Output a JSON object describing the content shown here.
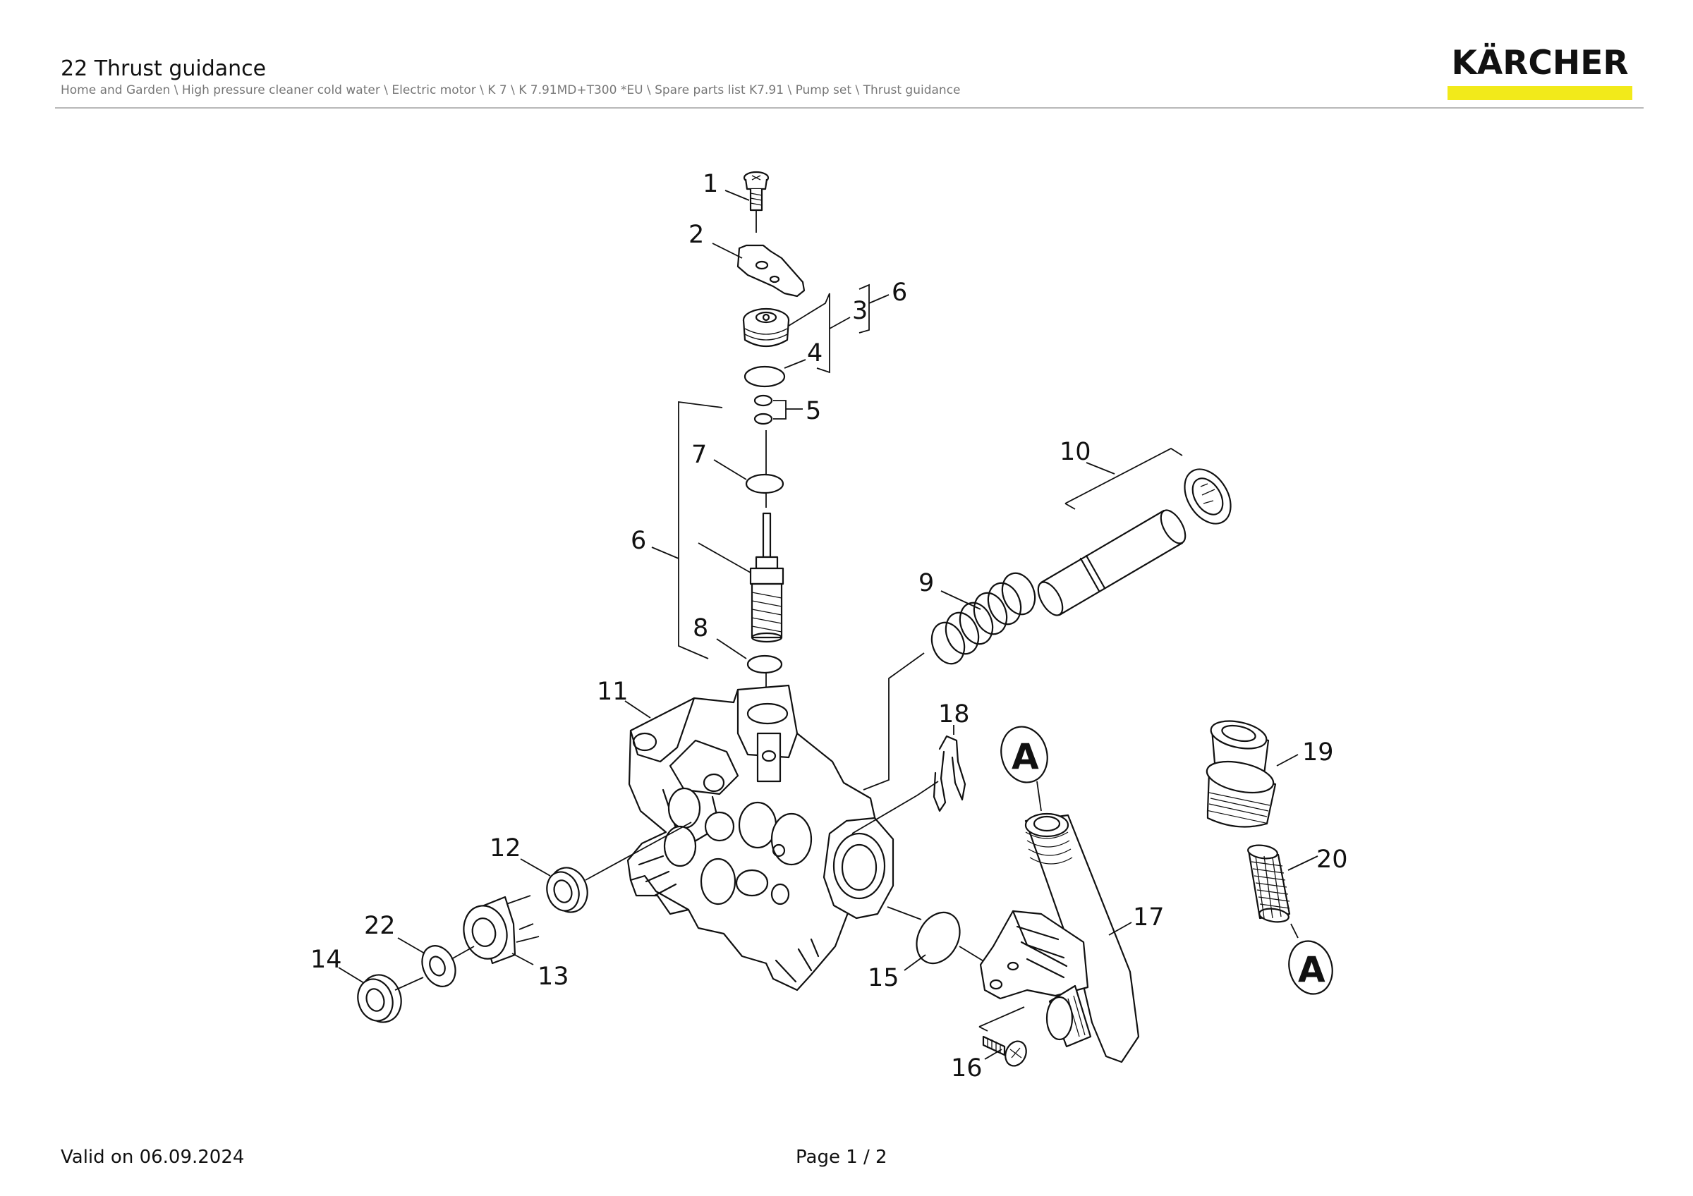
{
  "header": {
    "title": "22 Thrust guidance",
    "breadcrumb": "Home and Garden \\ High pressure cleaner cold water \\ Electric motor \\ K 7 \\ K 7.91MD+T300 *EU \\ Spare parts list K7.91 \\ Pump set \\ Thrust guidance",
    "logo_text": "KÄRCHER",
    "logo_bar_color": "#f2ea1a"
  },
  "drawing": {
    "labels": {
      "l1": "1",
      "l2": "2",
      "l3": "3",
      "l4": "4",
      "l5": "5",
      "l6a": "6",
      "l6b": "6",
      "l7": "7",
      "l8": "8",
      "l9": "9",
      "l10": "10",
      "l11": "11",
      "l12": "12",
      "l13": "13",
      "l14": "14",
      "l15": "15",
      "l16": "16",
      "l17": "17",
      "l18": "18",
      "l19": "19",
      "l20": "20",
      "l22": "22"
    },
    "connector_callouts": {
      "a1": "A",
      "a2": "A"
    }
  },
  "footer": {
    "valid": "Valid on 06.09.2024",
    "page": "Page 1 / 2"
  }
}
